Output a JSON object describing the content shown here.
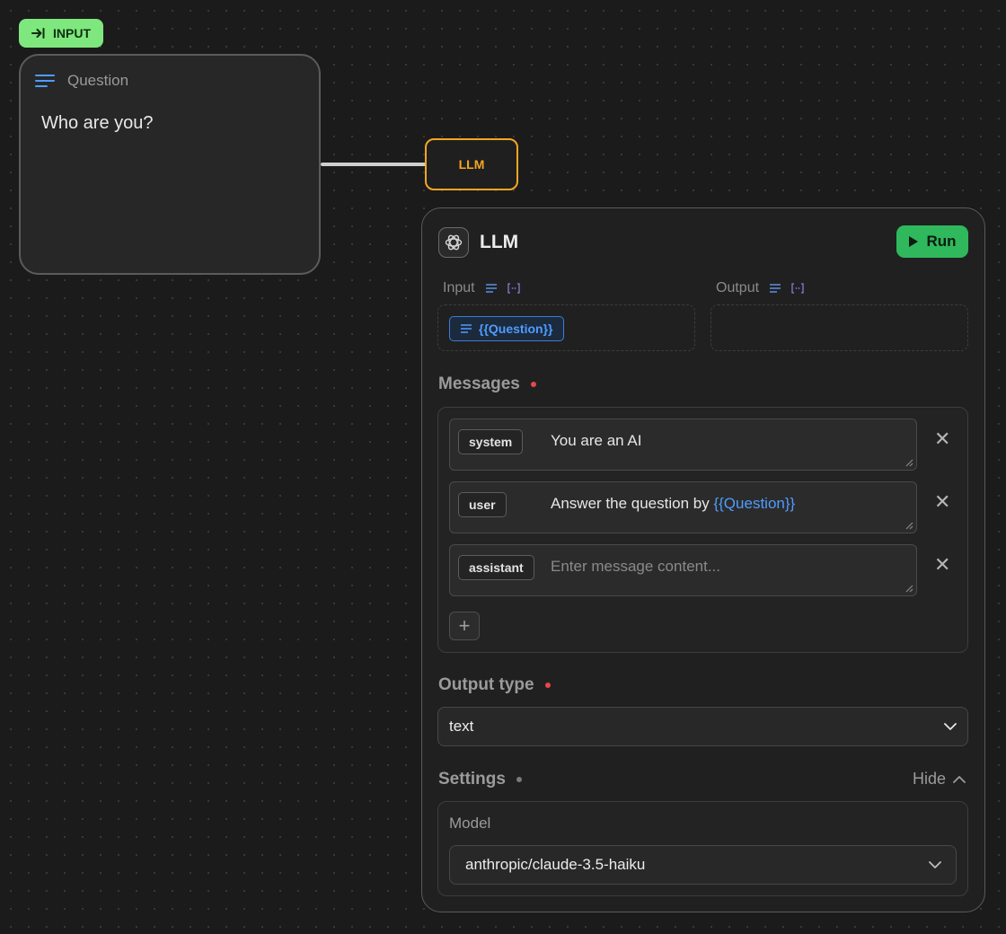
{
  "input_badge": {
    "label": "INPUT",
    "icon": "input-arrow-icon",
    "color": "#7ee87e"
  },
  "question_node": {
    "title": "Question",
    "icon": "text-lines-icon",
    "value": "Who are you?"
  },
  "llm_node": {
    "label": "LLM",
    "accent": "#f5a623"
  },
  "llm_panel": {
    "title": "LLM",
    "logo_icon": "openai-logo-icon",
    "run_label": "Run",
    "run_color": "#2fb85c",
    "input_label": "Input",
    "output_label": "Output",
    "input_variable": "{{Question}}",
    "messages_label": "Messages",
    "messages": [
      {
        "role": "system",
        "content": "You are an AI",
        "variable": ""
      },
      {
        "role": "user",
        "content": "Answer the question by ",
        "variable": "{{Question}}"
      },
      {
        "role": "assistant",
        "content": "",
        "placeholder": "Enter message content..."
      }
    ],
    "add_label": "+",
    "output_type_label": "Output type",
    "output_type_value": "text",
    "settings_label": "Settings",
    "hide_label": "Hide",
    "model_label": "Model",
    "model_value": "anthropic/claude-3.5-haiku"
  }
}
